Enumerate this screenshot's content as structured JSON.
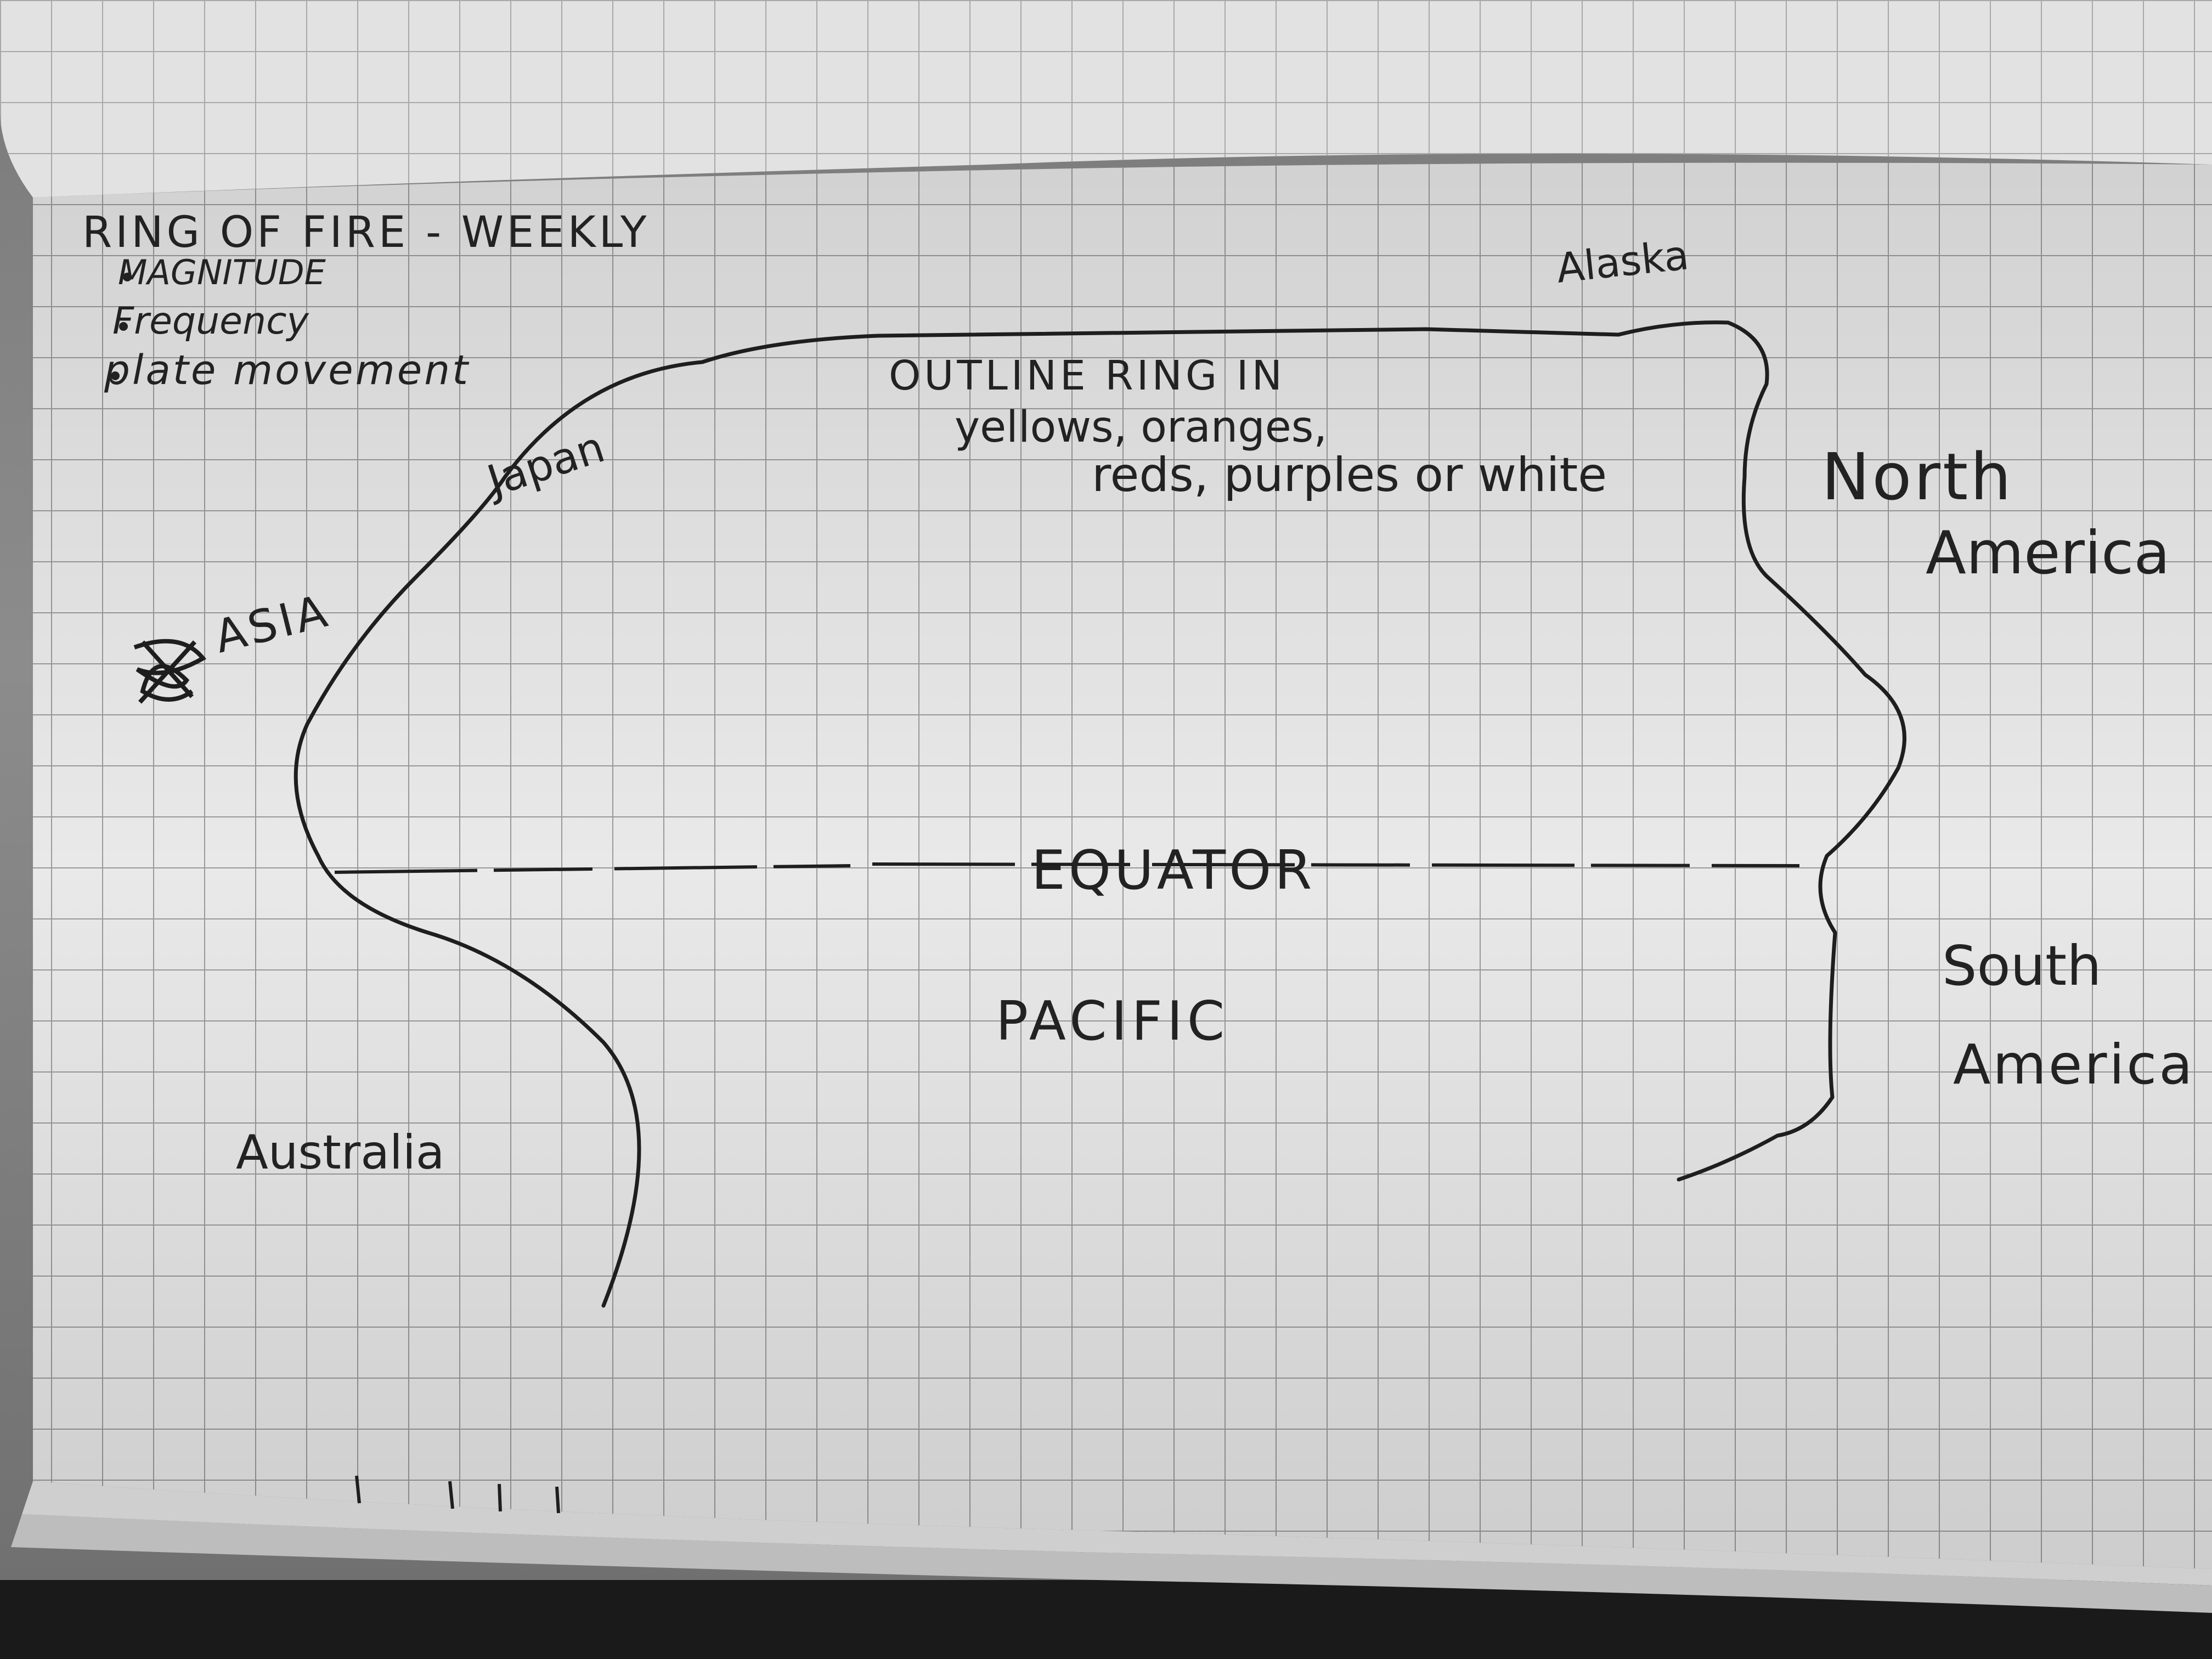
{
  "photo": {
    "paper_color": "#e9e9e9",
    "grid_color": "#9a9a9a",
    "ink_color": "#1e1e1e",
    "background_color": "#1a1a1a"
  },
  "notes": {
    "title": "RING OF FIRE - WEEKLY",
    "bullets": [
      "MAGNITUDE",
      "Frequency",
      "plate movement"
    ]
  },
  "map_labels": {
    "alaska": "Alaska",
    "japan": "Japan",
    "asia": "ASIA",
    "north_america_1": "North",
    "north_america_2": "America",
    "equator": "EQUATOR",
    "pacific": "PACIFIC",
    "south_america_1": "South",
    "south_america_2": "America",
    "australia": "Australia"
  },
  "instruction": {
    "line1": "OUTLINE RING IN",
    "line2": "yellows, oranges,",
    "line3": "reds, purples or white"
  }
}
